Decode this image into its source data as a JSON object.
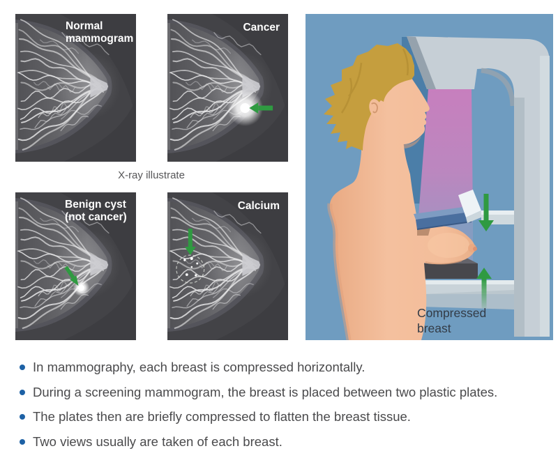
{
  "xray_section": {
    "caption": "X-ray illustrate",
    "panels": [
      {
        "id": "normal-mammogram",
        "label": "Normal mammogram",
        "marker": "none"
      },
      {
        "id": "cancer",
        "label": "Cancer",
        "marker": "left-arrow-on-bright-mass"
      },
      {
        "id": "benign-cyst",
        "label": "Benign cyst (not cancer)",
        "marker": "diagonal-arrow-on-spot"
      },
      {
        "id": "calcium",
        "label": "Calcium",
        "marker": "down-arrow-on-dashed-circle-with-specks"
      }
    ]
  },
  "machine_section": {
    "caption": "Compressed breast"
  },
  "notes": {
    "items": [
      "In mammography, each breast is compressed horizontally.",
      "During a screening mammogram, the breast is placed between two plastic plates.",
      "The plates then are briefly compressed to flatten the breast tissue.",
      "Two views usually are taken of each breast."
    ]
  },
  "colors": {
    "bullet-blue": "#1d61a5",
    "note-text": "#4a4a4c",
    "arrow-green": "#2f9a41",
    "beam-pink": "#c27fba",
    "scene-blue": "#6f9cc0",
    "machine-gray": "#c6cfd6",
    "panel-dark": "#434347",
    "label-white": "#ffffff"
  }
}
